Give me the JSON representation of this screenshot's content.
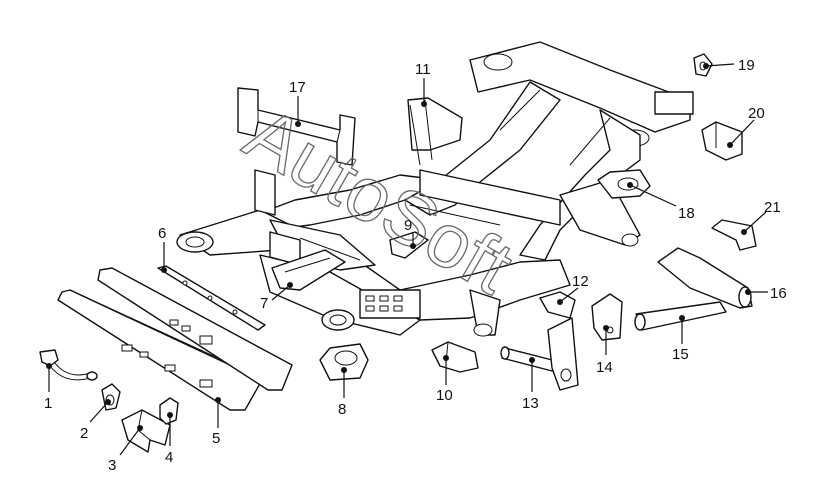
{
  "watermark": "AutoSoft",
  "callouts": [
    "1",
    "2",
    "3",
    "4",
    "5",
    "6",
    "7",
    "8",
    "9",
    "10",
    "11",
    "12",
    "13",
    "14",
    "15",
    "16",
    "17",
    "18",
    "19",
    "20",
    "21"
  ]
}
